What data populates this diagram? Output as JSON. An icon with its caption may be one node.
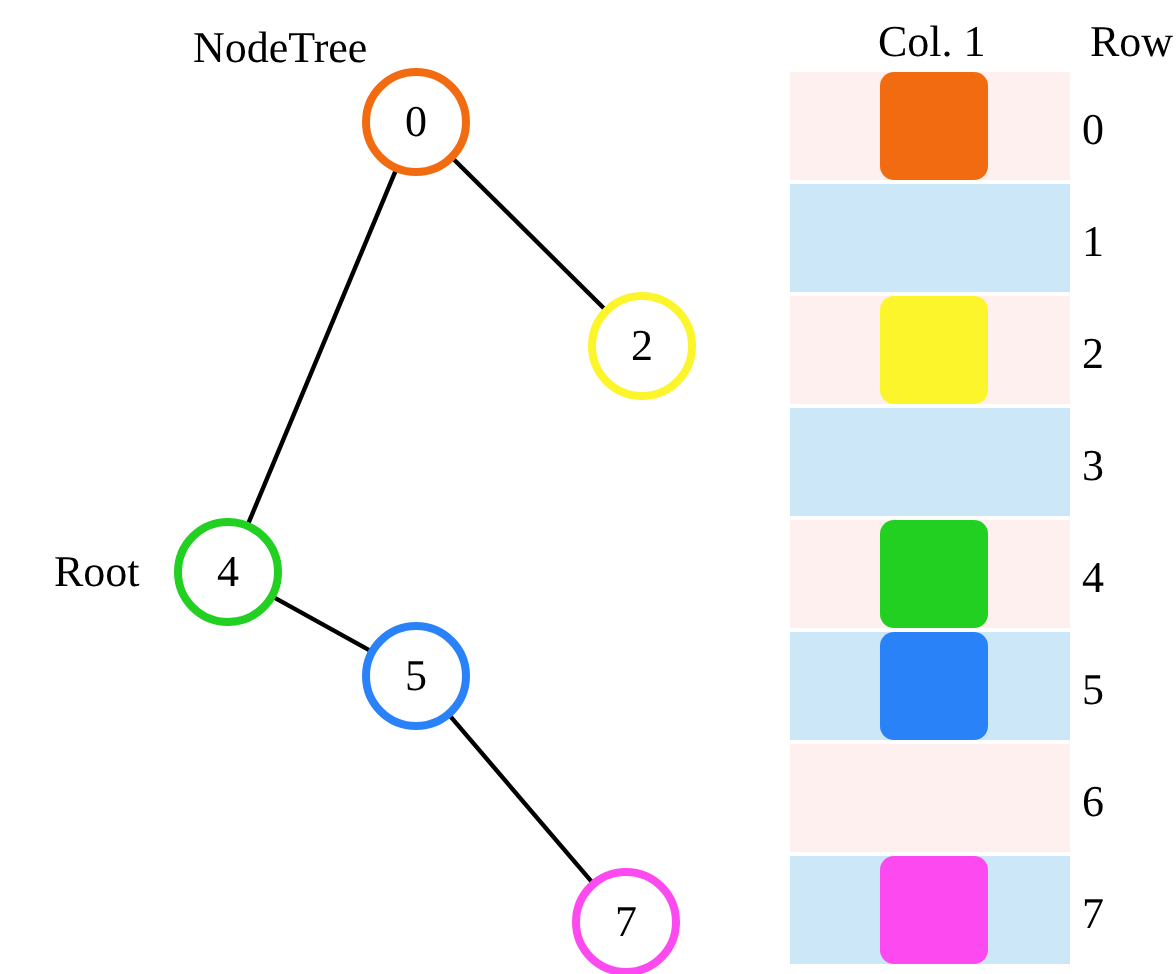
{
  "diagram": {
    "nodes": [
      {
        "text": [
          "0"
        ],
        "beside": [
          "NodeTree"
        ]
      },
      {
        "text": [
          "2"
        ]
      },
      {
        "text": [
          "4"
        ],
        "beside": [
          "Root"
        ]
      },
      {
        "text": [
          "5"
        ]
      },
      {
        "text": [
          "7"
        ]
      },
      {
        "text": [],
        "shape": "box"
      },
      {
        "text": [],
        "shape": "box"
      },
      {
        "text": [],
        "shape": "box"
      },
      {
        "text": [],
        "shape": "box"
      },
      {
        "text": [],
        "shape": "box"
      }
    ],
    "edges": [
      {
        "from": 0,
        "to": 2,
        "arrow": "none"
      },
      {
        "from": 0,
        "to": 1,
        "arrow": "none"
      },
      {
        "from": 2,
        "to": 3,
        "arrow": "none"
      },
      {
        "from": 3,
        "to": 4,
        "arrow": "none"
      }
    ],
    "labels": [
      "Col. 1",
      "Row",
      "0",
      "1",
      "2",
      "3",
      "4",
      "5",
      "6",
      "7"
    ]
  }
}
